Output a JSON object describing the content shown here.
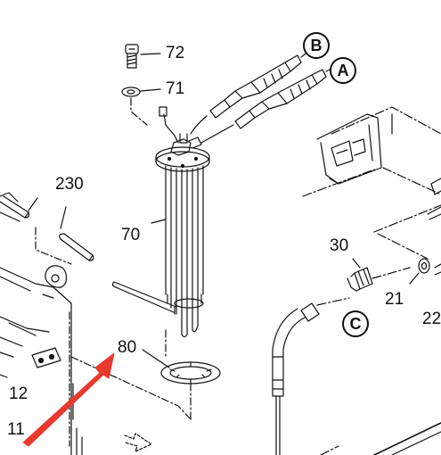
{
  "diagram": {
    "part_numbers": {
      "p72": "72",
      "p71": "71",
      "p70": "70",
      "p230": "230",
      "p30": "30",
      "p21": "21",
      "p22": "22",
      "p80": "80",
      "p12": "12",
      "p11": "11"
    },
    "callouts": {
      "a": "A",
      "b": "B",
      "c": "C"
    },
    "colors": {
      "line": "#111111",
      "arrow": "#e8392f"
    }
  }
}
